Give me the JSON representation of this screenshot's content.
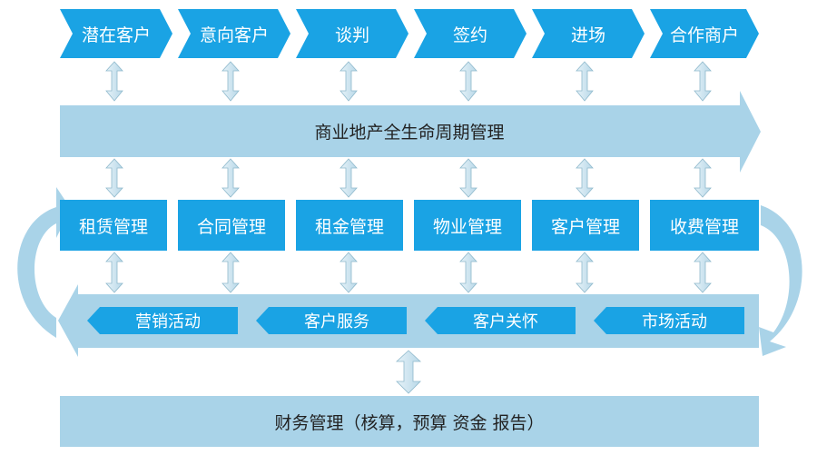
{
  "colors": {
    "blue": "#1aa3e4",
    "light_blue": "#a9d3e8",
    "connector": "#c9e2ee",
    "connector_stroke": "#8fb9cc"
  },
  "stages": [
    "潜在客户",
    "意向客户",
    "谈判",
    "签约",
    "进场",
    "合作商户"
  ],
  "lifecycle": "商业地产全生命周期管理",
  "modules": [
    "租赁管理",
    "合同管理",
    "租金管理",
    "物业管理",
    "客户管理",
    "收费管理"
  ],
  "services": [
    "营销活动",
    "客户服务",
    "客户关怀",
    "市场活动"
  ],
  "finance": "财务管理（核算，预算 资金 报告）"
}
